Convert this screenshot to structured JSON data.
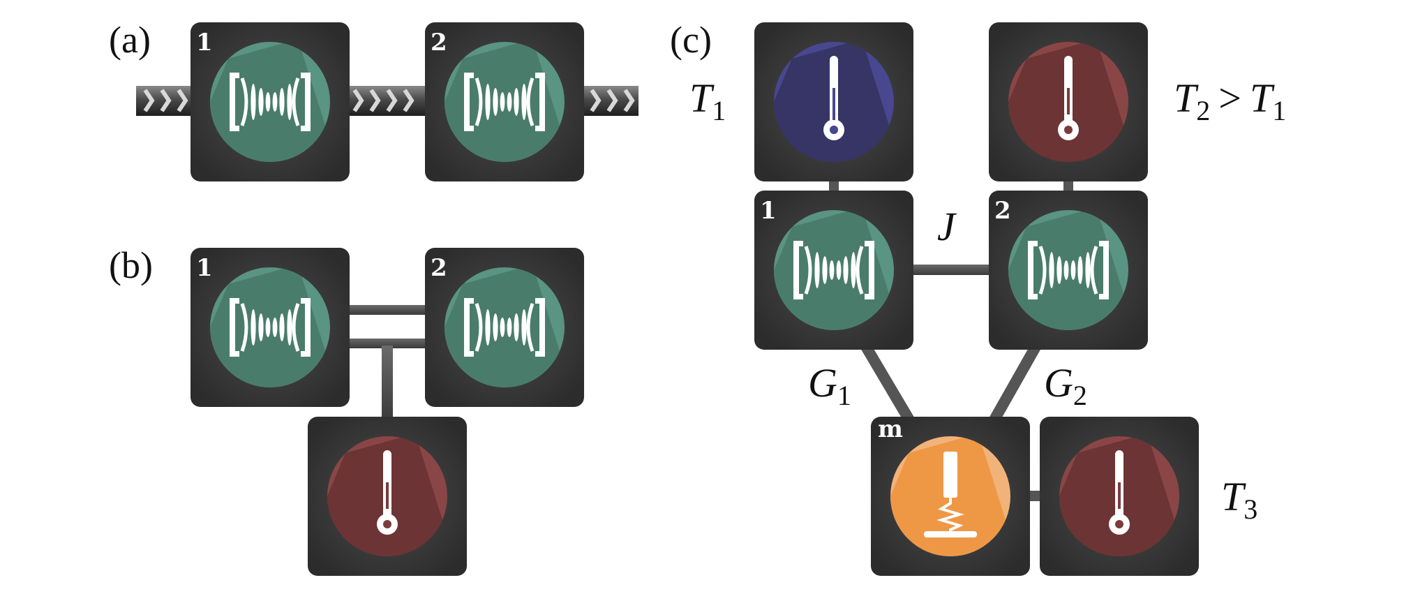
{
  "panels": {
    "a": {
      "label": "(a)",
      "nodes": [
        {
          "id": "1",
          "kind": "cavity"
        },
        {
          "id": "2",
          "kind": "cavity"
        }
      ],
      "connection": "waveguide"
    },
    "b": {
      "label": "(b)",
      "nodes": [
        {
          "id": "1",
          "kind": "cavity"
        },
        {
          "id": "2",
          "kind": "cavity"
        },
        {
          "id": "",
          "kind": "thermal-bath"
        }
      ]
    },
    "c": {
      "label": "(c)",
      "nodes": [
        {
          "id": "",
          "kind": "thermal-bath-cold"
        },
        {
          "id": "",
          "kind": "thermal-bath-hot"
        },
        {
          "id": "1",
          "kind": "cavity"
        },
        {
          "id": "2",
          "kind": "cavity"
        },
        {
          "id": "m",
          "kind": "mechanical-oscillator"
        },
        {
          "id": "",
          "kind": "thermal-bath"
        }
      ],
      "labels": {
        "T1": {
          "sym": "T",
          "sub": "1"
        },
        "T2": {
          "sym": "T",
          "sub": "2",
          "op": ">",
          "rhs_sym": "T",
          "rhs_sub": "1"
        },
        "T3": {
          "sym": "T",
          "sub": "3"
        },
        "J": "J",
        "G1": {
          "sym": "G",
          "sub": "1"
        },
        "G2": {
          "sym": "G",
          "sub": "2"
        }
      }
    }
  },
  "colors": {
    "box": "#333333",
    "cavity": "#4e8574",
    "bath_hot": "#7a3c3c",
    "bath_cold": "#403f86",
    "mechanical": "#ee9a4e",
    "link": "#555555"
  },
  "icons": [
    "cavity-icon",
    "thermometer-icon",
    "mechanical-resonator-icon",
    "waveguide-chevrons"
  ]
}
